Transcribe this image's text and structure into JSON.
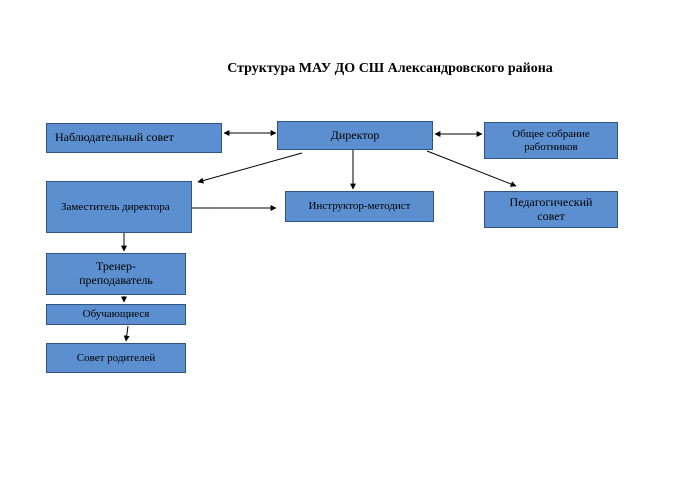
{
  "title": "Структура МАУ ДО СШ Александровского  района",
  "nodes": {
    "observ": "Наблюдательный совет",
    "director": "Директор",
    "general": "Общее собрание работников",
    "deputy": "Заместитель директора",
    "instructor": "Инструктор-методист",
    "ped": "Педагогический совет",
    "coach": "Тренер-преподаватель",
    "students": "Обучающиеся",
    "parents": "Совет родителей"
  },
  "colors": {
    "box_fill": "#5b8fcf",
    "box_border": "#2f5580",
    "line": "#000000"
  }
}
